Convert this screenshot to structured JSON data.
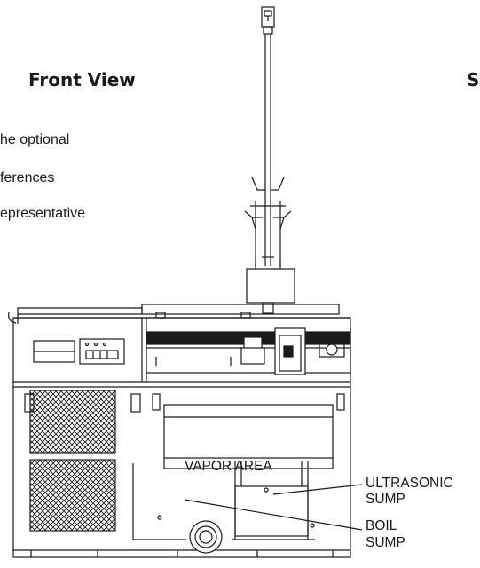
{
  "header": {
    "title": "Front View",
    "right_title_fragment": "S"
  },
  "intro_fragment": {
    "line1": "he optional",
    "line2": "ferences",
    "line3": "epresentative"
  },
  "callouts": {
    "vapor_area": "VAPOR AREA",
    "ultrasonic_line1": "ULTRASONIC",
    "ultrasonic_line2": "SUMP",
    "boil_line1": "BOIL",
    "boil_line2": "SUMP"
  },
  "colors": {
    "line": "#1a1a1a",
    "text": "#1a1a1a",
    "background": "#ffffff"
  }
}
